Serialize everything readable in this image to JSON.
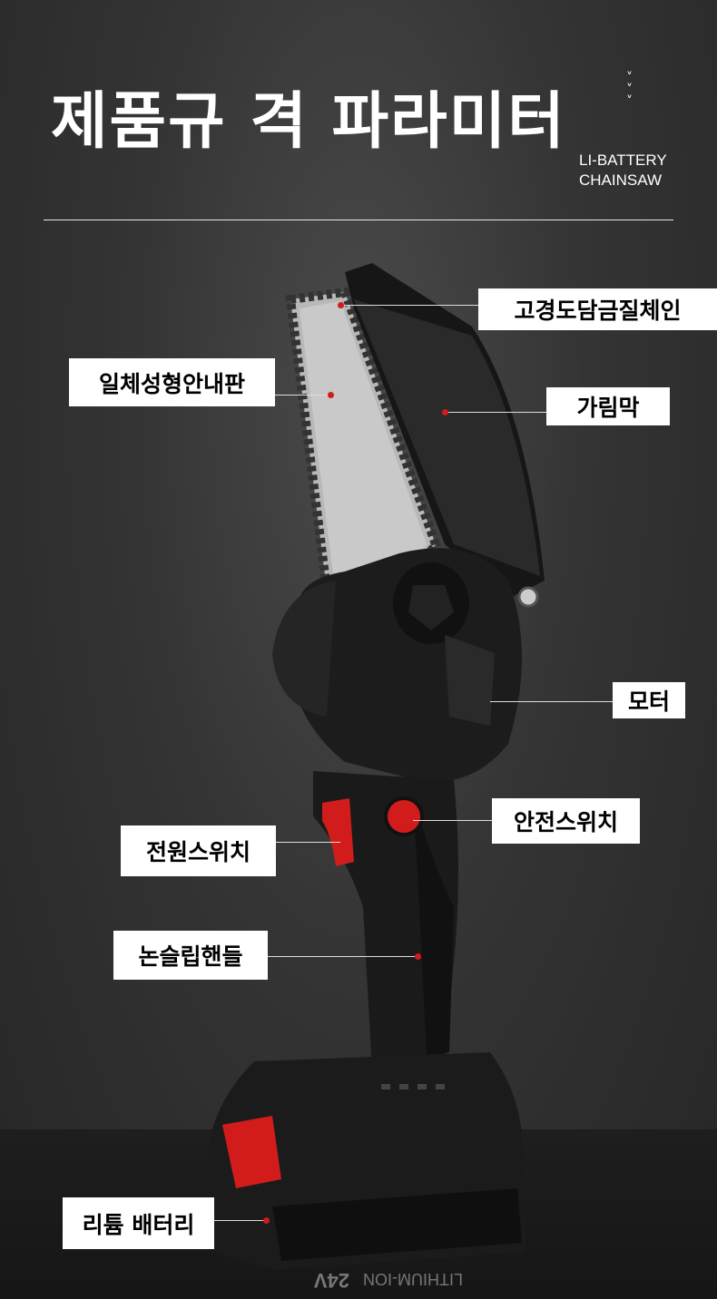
{
  "header": {
    "title": "제품규 격 파라미터",
    "chevrons": "˅\n˅\n˅",
    "subtitle_line1": "LI-BATTERY",
    "subtitle_line2": "CHAINSAW"
  },
  "labels": {
    "chain": "고경도담금질체인",
    "guide_bar": "일체성형안내판",
    "cover": "가림막",
    "motor": "모터",
    "safety_switch": "안전스위치",
    "power_switch": "전원스위치",
    "handle": "논슬립핸들",
    "battery": "리튬 배터리"
  },
  "product": {
    "battery_marking": "24V",
    "battery_text": "LITHIUM-ION"
  },
  "colors": {
    "accent": "#d21c1c",
    "background": "#333333",
    "label_bg": "#ffffff"
  }
}
